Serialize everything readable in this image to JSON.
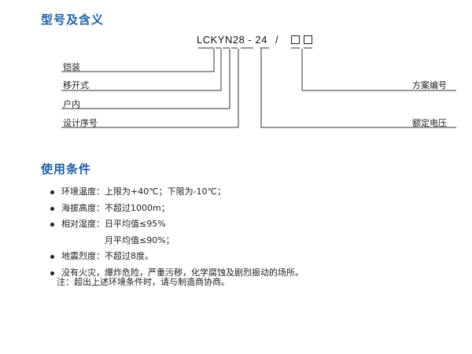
{
  "sections": {
    "model_title": "型号及含义",
    "conditions_title": "使用条件"
  },
  "model": {
    "code": "LCKYN28 - 24",
    "slash": "/",
    "left_labels": [
      "铠装",
      "移开式",
      "户内",
      "设计序号"
    ],
    "right_labels": [
      "方案编号",
      "额定电压"
    ]
  },
  "conditions": {
    "items": [
      {
        "bullet": true,
        "text": "环境温度：上限为+40℃；下限为-10℃；"
      },
      {
        "bullet": true,
        "text": "海拔高度：不超过1000m；"
      },
      {
        "bullet": true,
        "text": "相对湿度：日平均值≤95%"
      },
      {
        "bullet": false,
        "text": "月平均值≤90%；"
      },
      {
        "bullet": true,
        "text": "地震烈度：不超过8度。"
      },
      {
        "bullet": true,
        "text": "没有火灾，爆炸危险，严重污秽，化学腐蚀及剧烈振动的场所。"
      }
    ],
    "note": "注：超出上述环境条件时，请与制造商协商。"
  },
  "colors": {
    "heading": "#1a5fa8",
    "text": "#222222",
    "line": "#333333"
  }
}
